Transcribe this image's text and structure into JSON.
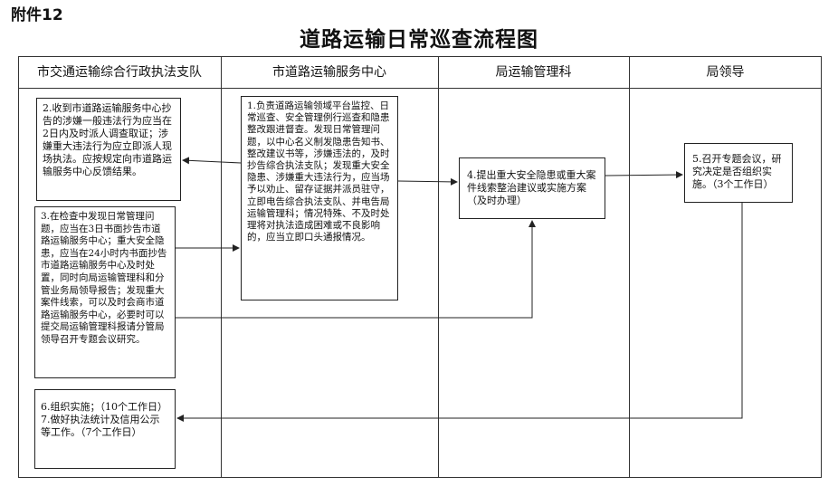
{
  "attachment": "附件12",
  "title": "道路运输日常巡查流程图",
  "columns": [
    "市交通运输综合行政执法支队",
    "市道路运输服务中心",
    "局运输管理科",
    "局领导"
  ],
  "boxes": {
    "b1": "1.负责道路运输领域平台监控、日常巡查、安全管理例行巡查和隐患整改跟进督查。发现日常管理问题，以中心名义制发隐患告知书、整改建议书等，涉嫌违法的，及时抄告综合执法支队；发现重大安全隐患、涉嫌重大违法行为，应当场予以劝止、留存证据并派员驻守，立即电告综合执法支队、并电告局运输管理科；情况特殊、不及时处理将对执法造成困难或不良影响的，应当立即口头通报情况。",
    "b2": "2.收到市道路运输服务中心抄告的涉嫌一般违法行为应当在2日内及时派人调查取证；涉嫌重大违法行为应立即派人现场执法。应按规定向市道路运输服务中心反馈结果。",
    "b3": "3.在检查中发现日常管理问题，应当在3日书面抄告市道路运输服务中心；重大安全隐患，应当在24小时内书面抄告市道路运输服务中心及时处置，同时向局运输管理科和分管业务局领导报告；发现重大案件线索，可以及时会商市道路运输服务中心，必要时可以提交局运输管理科报请分管局领导召开专题会议研究。",
    "b4": "4.提出重大安全隐患或重大案件线索整治建议或实施方案（及时办理）",
    "b5": "5.召开专题会议，研究决定是否组织实施。（3个工作日）",
    "b6a": "6.组织实施；（10个工作日）",
    "b6b": "7.做好执法统计及信用公示等工作。（7个工作日）"
  }
}
